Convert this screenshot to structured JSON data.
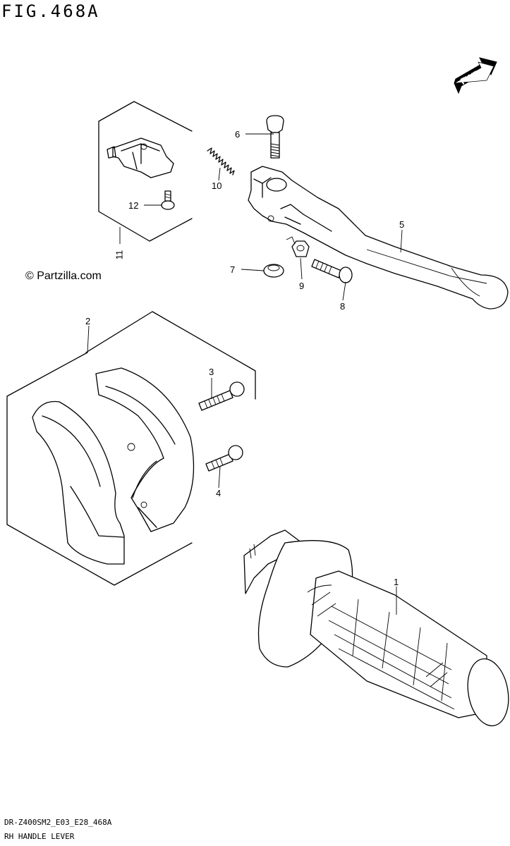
{
  "header": {
    "figure_title": "FIG.468A"
  },
  "copyright": "© Partzilla.com",
  "footer": {
    "model_code": "DR-Z400SM2_E03_E28_468A",
    "description": "RH HANDLE LEVER"
  },
  "fwd_badge": {
    "label": "FWD"
  },
  "callouts": [
    {
      "id": "1",
      "label": "1"
    },
    {
      "id": "2",
      "label": "2"
    },
    {
      "id": "3",
      "label": "3"
    },
    {
      "id": "4",
      "label": "4"
    },
    {
      "id": "5",
      "label": "5"
    },
    {
      "id": "6",
      "label": "6"
    },
    {
      "id": "7",
      "label": "7"
    },
    {
      "id": "8",
      "label": "8"
    },
    {
      "id": "9",
      "label": "9"
    },
    {
      "id": "10",
      "label": "10"
    },
    {
      "id": "11",
      "label": "11"
    },
    {
      "id": "12",
      "label": "12"
    }
  ]
}
